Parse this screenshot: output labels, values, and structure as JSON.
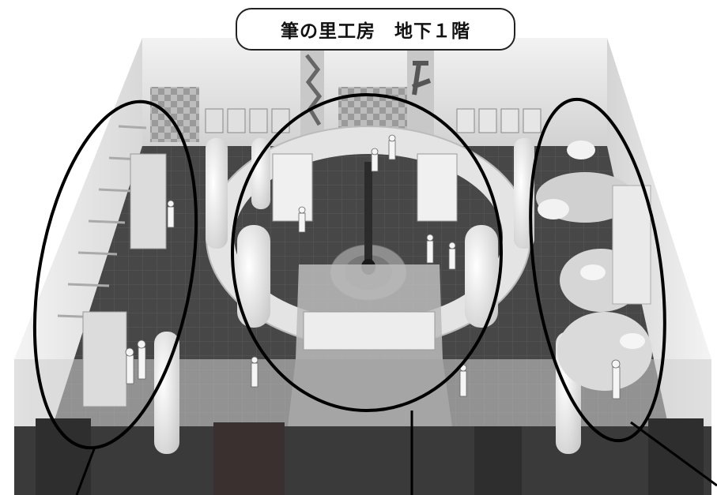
{
  "title": "筆の里工房　地下１階",
  "colors": {
    "background": "#ffffff",
    "floor_dark": "#454545",
    "wall_light": "#e9e9e9",
    "outline": "#000000"
  },
  "callouts": [
    "left-wall-exhibit",
    "center-rotunda",
    "right-display-area"
  ]
}
